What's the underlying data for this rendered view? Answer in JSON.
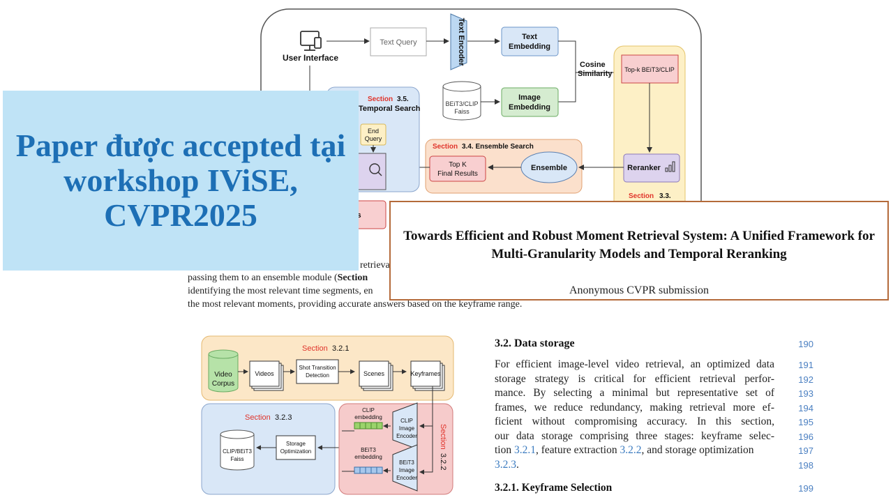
{
  "banner": {
    "text": "Paper được accepted tại workshop IViSE, CVPR2025"
  },
  "paper": {
    "title": "Towards Efficient and Robust Moment Retrieval System: A Unified Framework for Multi-Granularity Models and Temporal Reranking",
    "author": "Anonymous CVPR submission"
  },
  "top_figure": {
    "user_interface": "User Interface",
    "text_query": "Text Query",
    "text_encoder": "Text Encoder",
    "text_embedding_1": "Text",
    "text_embedding_2": "Embedding",
    "faiss_1": "BEiT3/CLIP",
    "faiss_2": "Faiss",
    "image_embedding_1": "Image",
    "image_embedding_2": "Embedding",
    "cosine_1": "Cosine",
    "cosine_2": "Similarity",
    "topk": "Top-k BEiT3/CLIP",
    "reranker": "Reranker",
    "section_33_a": "Section",
    "section_33_b": "3.3.",
    "section_35_a": "Section",
    "section_35_b": "3.5.",
    "temporal_search": "Temporal Search",
    "end_query_1": "End",
    "end_query_2": "Query",
    "temporal_partial": "ral",
    "section_34_a": "Section",
    "section_34_b": "3.4. Ensemble Search",
    "ensemble": "Ensemble",
    "topk_final_1": "Top K",
    "topk_final_2": "Final Results",
    "ents_partial": "ents"
  },
  "caption": {
    "line1": "retrieval sy",
    "line2_a": "passing them to an ensemble module (",
    "line2_b": "Section",
    "line3": "identifying the most relevant time segments, en",
    "line4": "the most relevant moments, providing accurate answers based on the keyframe range."
  },
  "bottom_figure": {
    "section_321_a": "Section",
    "section_321_b": "3.2.1",
    "video_corpus_1": "Video",
    "video_corpus_2": "Corpus",
    "videos": "Videos",
    "shot_1": "Shot Transition",
    "shot_2": "Detection",
    "scenes": "Scenes",
    "keyframes": "Keyframes",
    "section_323_a": "Section",
    "section_323_b": "3.2.3",
    "store_1": "CLIP/BEiT3",
    "store_2": "Faiss",
    "storage_1": "Storage",
    "storage_2": "Optimization",
    "clip_emb_1": "CLIP",
    "clip_emb_2": "embedding",
    "clip_enc_1": "CLIP",
    "clip_enc_2": "Image",
    "clip_enc_3": "Encoder",
    "beit_emb_1": "BEiT3",
    "beit_emb_2": "embedding",
    "beit_enc_1": "BEiT3",
    "beit_enc_2": "Image",
    "beit_enc_3": "Encoder",
    "section_322_a": "Section",
    "section_322_b": "3.2.2"
  },
  "text_section": {
    "heading": "3.2. Data storage",
    "heading_no": "190",
    "lines": [
      "For efficient image-level video retrieval, an optimized data",
      "storage strategy is critical for efficient retrieval perfor-",
      "mance.  By selecting a minimal but representative set of",
      "frames, we reduce redundancy, making retrieval more ef-",
      "ficient without compromising accuracy.  In this section,",
      "our data storage comprising three stages: keyframe selec-"
    ],
    "line7_a": "tion ",
    "line7_ref1": "3.2.1",
    "line7_b": ", feature extraction ",
    "line7_ref2": "3.2.2",
    "line7_c": ", and storage optimization",
    "line8_ref": "3.2.3",
    "line8_b": ".",
    "line_numbers": [
      "191",
      "192",
      "193",
      "194",
      "195",
      "196",
      "197",
      "198"
    ],
    "subheading": "3.2.1. Keyframe Selection",
    "subheading_no": "199"
  },
  "colors": {
    "banner_bg": "#bfe3f6",
    "banner_text": "#1d6fb5",
    "section_red": "#e0332a",
    "line_number_blue": "#4a7fc1",
    "title_border": "#b46a3a"
  }
}
